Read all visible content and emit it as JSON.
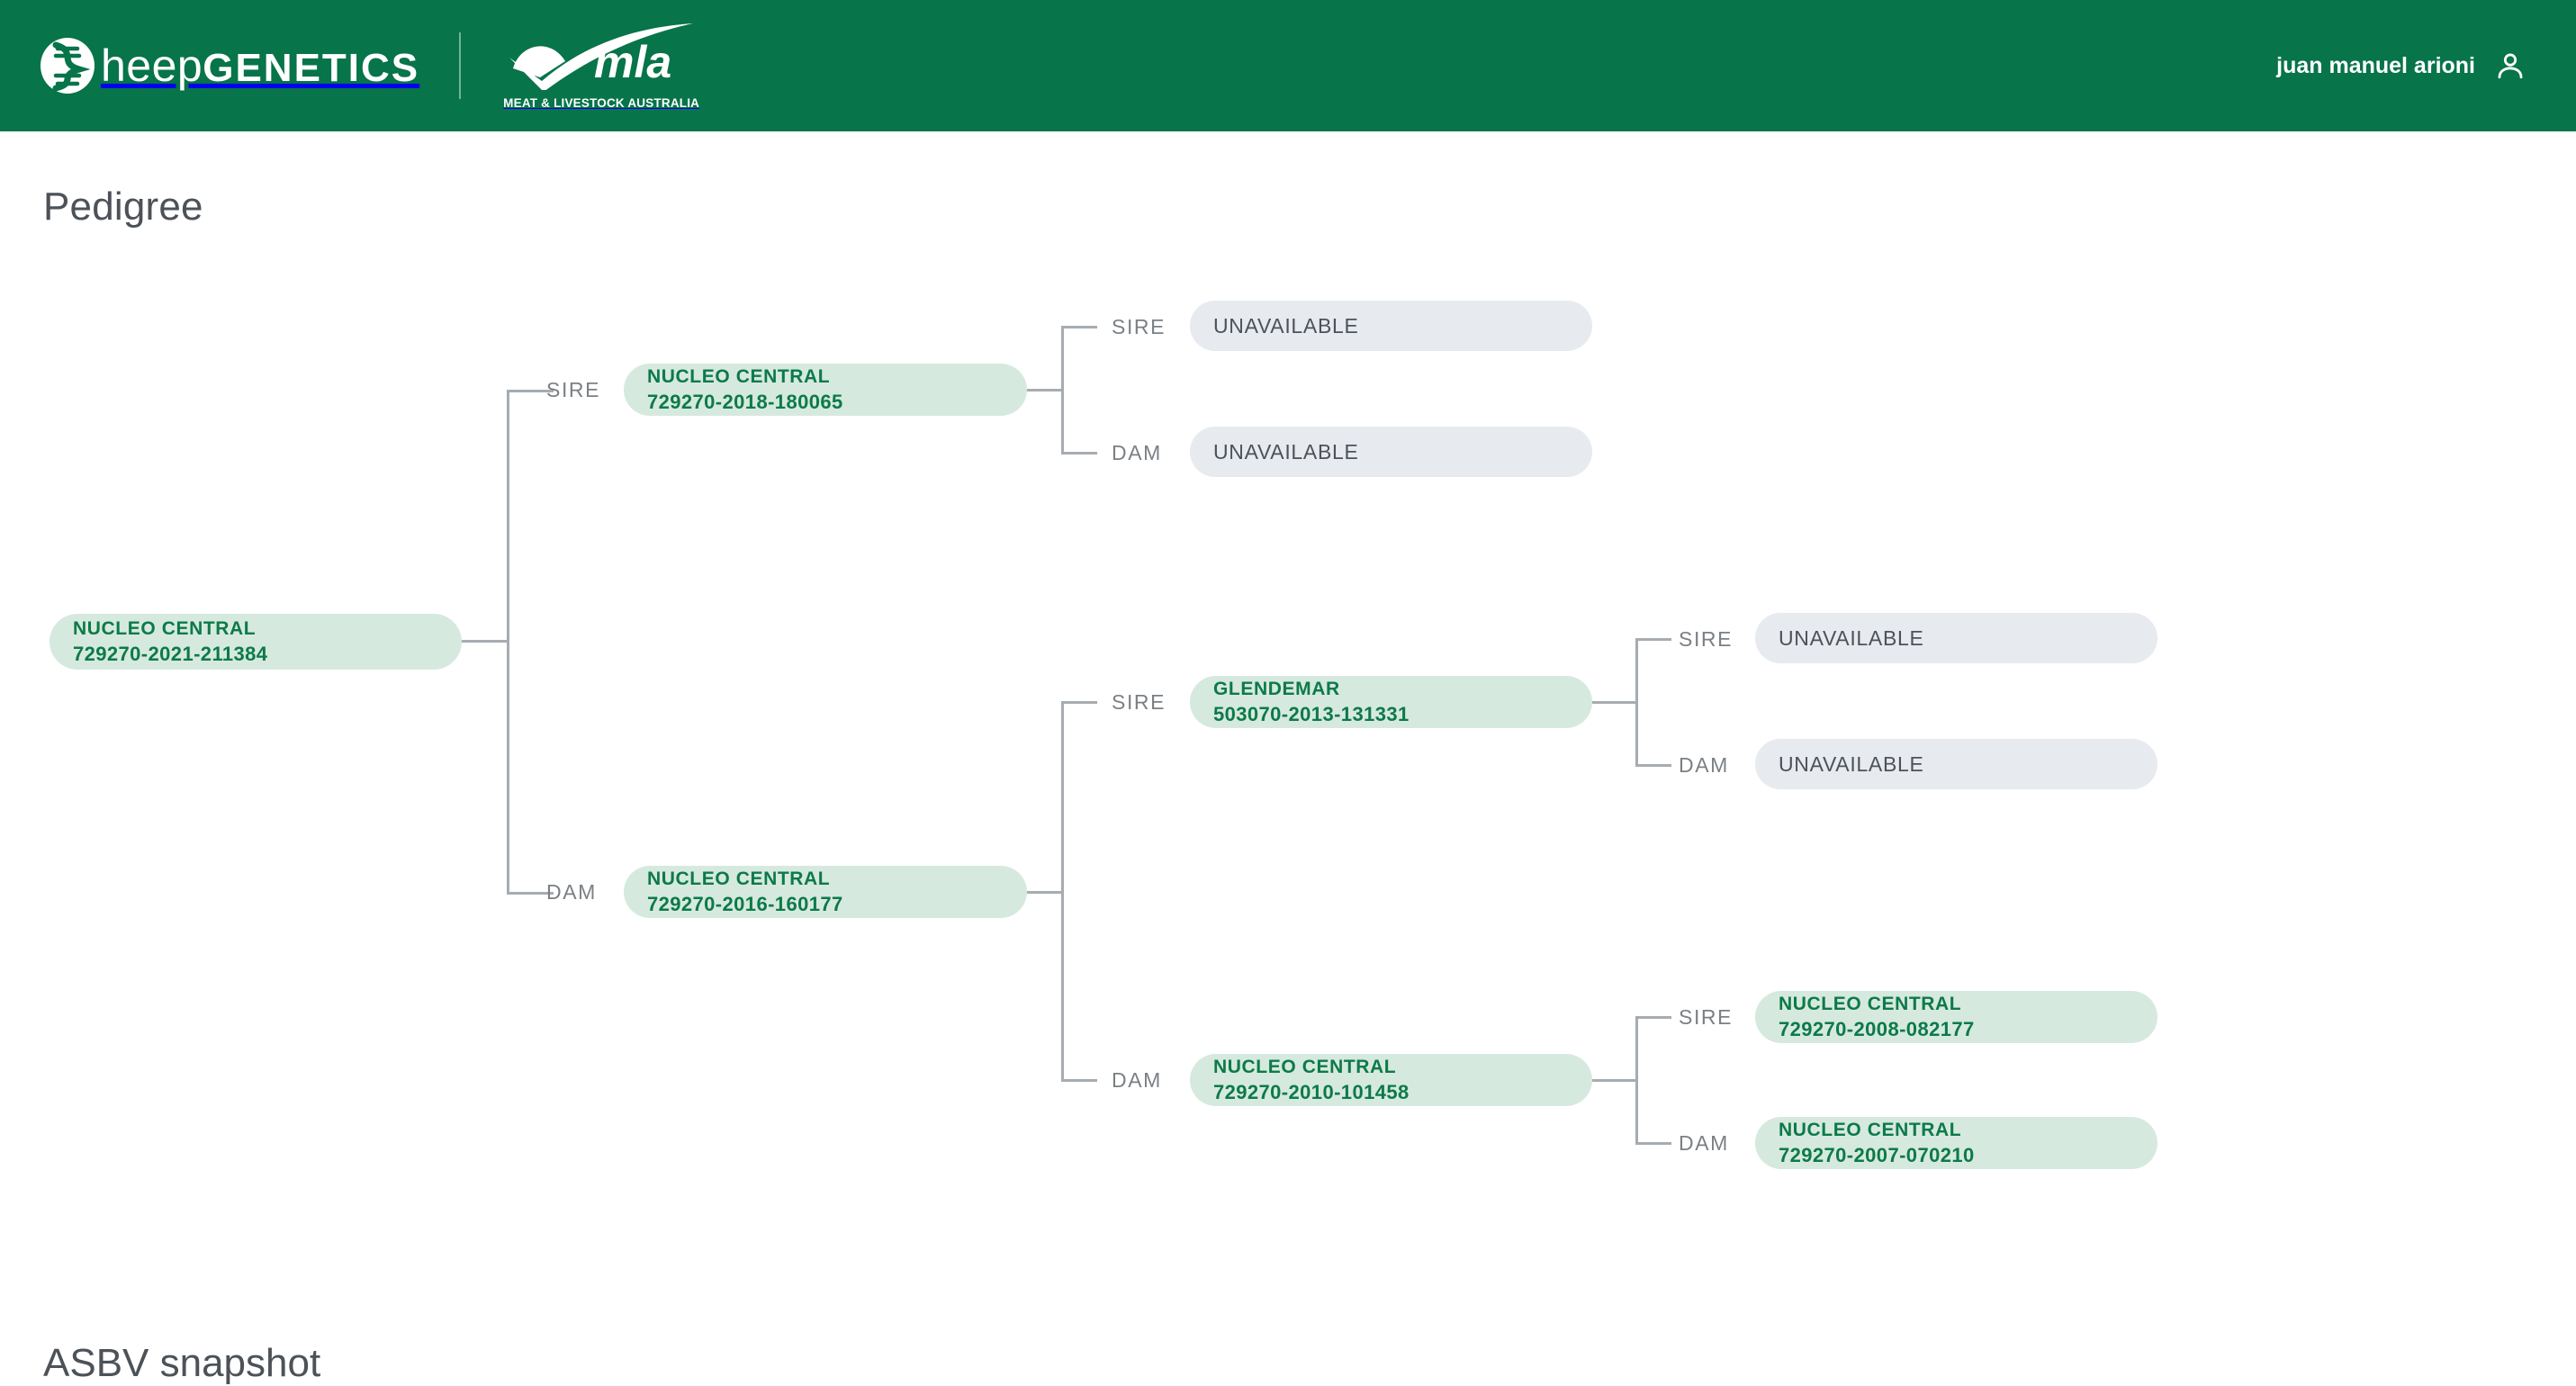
{
  "header": {
    "brand_primary": "heep",
    "brand_secondary": "GENETICS",
    "partner_logo_name": "mla",
    "partner_tagline": "MEAT & LIVESTOCK AUSTRALIA",
    "user_name": "juan manuel arioni",
    "user_icon": "person-icon",
    "bg_color": "#07744a"
  },
  "page": {
    "title": "Pedigree",
    "next_section_title": "ASBV snapshot"
  },
  "colors": {
    "accent_green": "#07744a",
    "node_green_bg": "#d6e9df",
    "node_green_text": "#0c7a48",
    "node_grey_bg": "#e7eaef",
    "node_grey_text": "#4c5257",
    "connector": "#a6acb1",
    "heading_text": "#4c5257",
    "label_text": "#7b8085"
  },
  "labels": {
    "sire": "SIRE",
    "dam": "DAM"
  },
  "pedigree": {
    "root": {
      "name": "NUCLEO CENTRAL",
      "id": "729270-2021-211384",
      "status": "available"
    },
    "gen1": [
      {
        "relation": "SIRE",
        "name": "NUCLEO CENTRAL",
        "id": "729270-2018-180065",
        "status": "available"
      },
      {
        "relation": "DAM",
        "name": "NUCLEO CENTRAL",
        "id": "729270-2016-160177",
        "status": "available"
      }
    ],
    "gen2": [
      {
        "relation": "SIRE",
        "parent": "SIRE",
        "name": "UNAVAILABLE",
        "id": "",
        "status": "unavailable"
      },
      {
        "relation": "DAM",
        "parent": "SIRE",
        "name": "UNAVAILABLE",
        "id": "",
        "status": "unavailable"
      },
      {
        "relation": "SIRE",
        "parent": "DAM",
        "name": "GLENDEMAR",
        "id": "503070-2013-131331",
        "status": "available"
      },
      {
        "relation": "DAM",
        "parent": "DAM",
        "name": "NUCLEO CENTRAL",
        "id": "729270-2010-101458",
        "status": "available"
      }
    ],
    "gen3": [
      {
        "relation": "SIRE",
        "name": "UNAVAILABLE",
        "id": "",
        "status": "unavailable"
      },
      {
        "relation": "DAM",
        "name": "UNAVAILABLE",
        "id": "",
        "status": "unavailable"
      },
      {
        "relation": "SIRE",
        "name": "NUCLEO CENTRAL",
        "id": "729270-2008-082177",
        "status": "available"
      },
      {
        "relation": "DAM",
        "name": "NUCLEO CENTRAL",
        "id": "729270-2007-070210",
        "status": "available"
      }
    ]
  }
}
